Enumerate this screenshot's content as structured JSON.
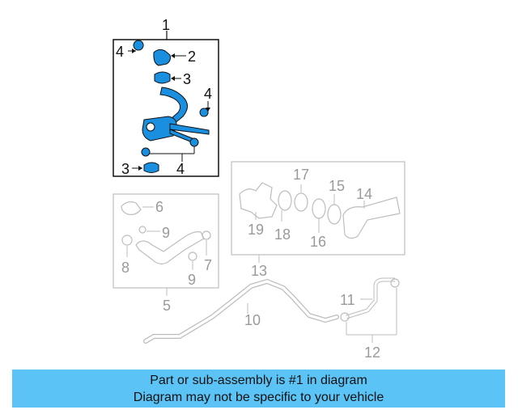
{
  "callouts": {
    "n1": "1",
    "n2": "2",
    "n3a": "3",
    "n3b": "3",
    "n4a": "4",
    "n4b": "4",
    "n4c": "4",
    "n5": "5",
    "n6": "6",
    "n7": "7",
    "n8": "8",
    "n9a": "9",
    "n9b": "9",
    "n10": "10",
    "n11": "11",
    "n12": "12",
    "n13": "13",
    "n14": "14",
    "n15": "15",
    "n16": "16",
    "n17": "17",
    "n18": "18",
    "n19": "19"
  },
  "banner": {
    "line1": "Part or sub-assembly is #1 in diagram",
    "line2": "Diagram may not be specific to your vehicle"
  },
  "colors": {
    "highlight": "#1a8fe0",
    "banner": "#5bc3f5",
    "gray": "#9a9a9a"
  }
}
